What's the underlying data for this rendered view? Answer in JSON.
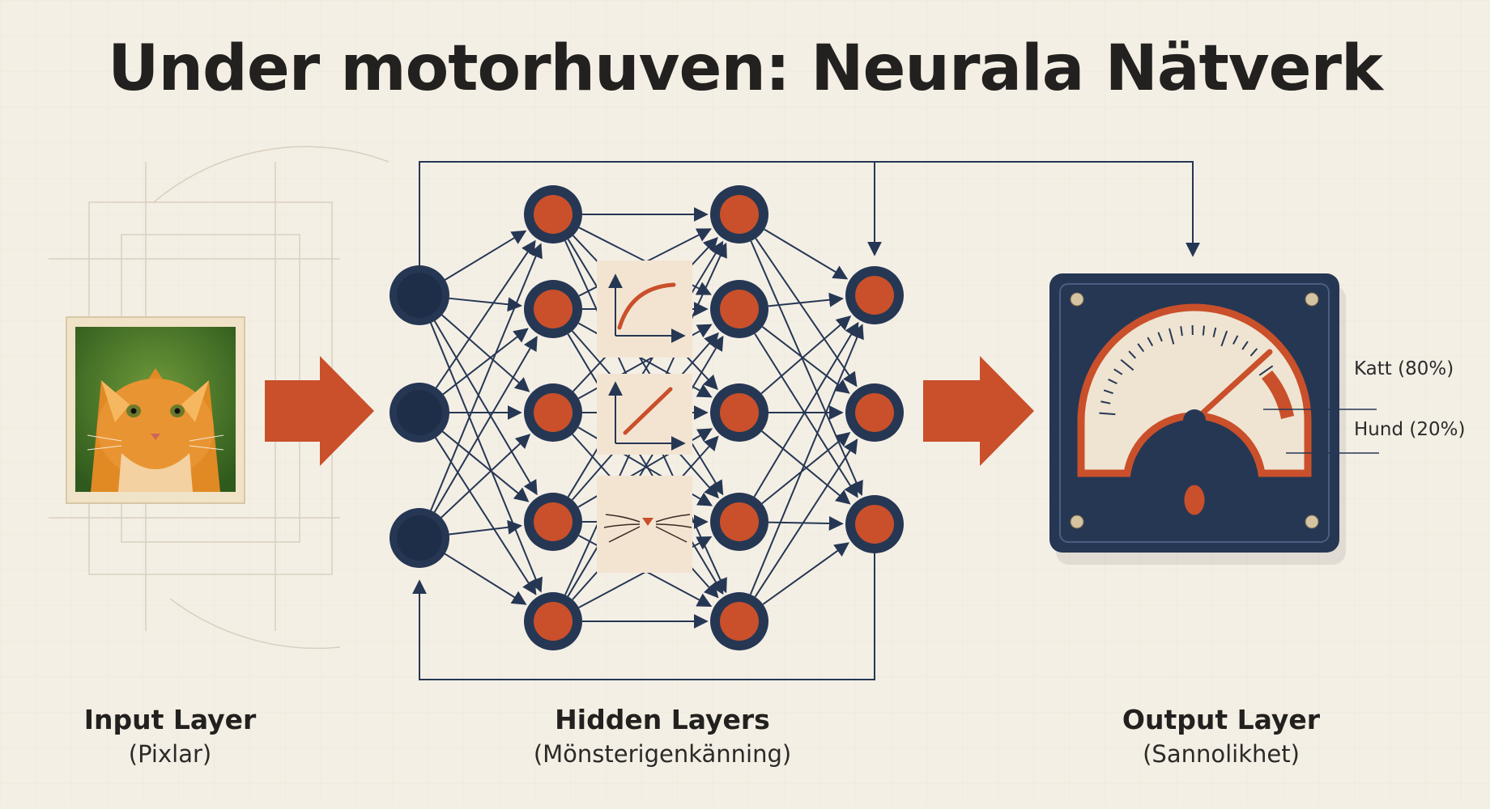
{
  "title": "Under motorhuven: Neurala Nätverk",
  "input_layer": {
    "label": "Input Layer",
    "sublabel": "(Pixlar)"
  },
  "hidden_layers": {
    "label": "Hidden Layers",
    "sublabel": "(Mönsterigenkänning)"
  },
  "output_layer": {
    "label": "Output Layer",
    "sublabel": "(Sannolikhet)"
  },
  "outputs": [
    {
      "label": "Katt (80%)"
    },
    {
      "label": "Hund (20%)"
    }
  ],
  "colors": {
    "background": "#f4efe5",
    "navy": "#263754",
    "accent": "#c9502a",
    "gauge_face": "#efe4d2"
  },
  "icons": {
    "input_image": "cat-photo",
    "feature_1": "curve-graph-icon",
    "feature_2": "line-graph-icon",
    "feature_3": "whiskers-icon"
  }
}
